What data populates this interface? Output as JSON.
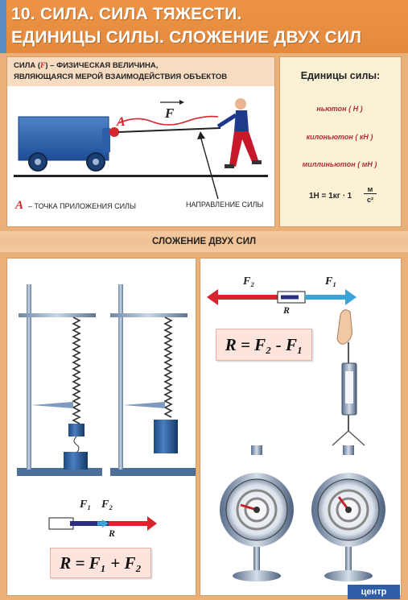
{
  "header": {
    "line1": "10. СИЛА. СИЛА ТЯЖЕСТИ.",
    "line2": "ЕДИНИЦЫ СИЛЫ. СЛОЖЕНИЕ ДВУХ СИЛ"
  },
  "force_panel": {
    "definition_prefix": "СИЛА (",
    "definition_symbol": "F",
    "definition_line1_rest": ") – ФИЗИЧЕСКАЯ ВЕЛИЧИНА,",
    "definition_line2": "ЯВЛЯЮЩАЯСЯ МЕРОЙ ВЗАИМОДЕЙСТВИЯ ОБЪЕКТОВ",
    "point_letter": "A",
    "force_letter": "F",
    "legend_letter": "A",
    "legend_text": "– ТОЧКА ПРИЛОЖЕНИЯ СИЛЫ",
    "direction_text": "НАПРАВЛЕНИЕ СИЛЫ"
  },
  "units_panel": {
    "title": "Единицы силы:",
    "units": [
      "ньютон ( Н )",
      "килоньютон ( кН )",
      "миллиньютон ( мН )"
    ],
    "relation": "1Н = 1кг ⋅ 1",
    "fraction_top": "м",
    "fraction_bottom": "с²"
  },
  "addition": {
    "band_title": "СЛОЖЕНИЕ ДВУХ СИЛ",
    "same_direction": {
      "f1": "F₁",
      "f2": "F₂",
      "r": "R",
      "formula": "R = F₁ + F₂"
    },
    "opposite_direction": {
      "f2": "F₂",
      "f1": "F₁",
      "r": "R",
      "formula": "R = F₂ - F₁"
    }
  },
  "footer": {
    "logo_text": "центр"
  },
  "colors": {
    "header_bg": "#e38a3e",
    "red_arrow": "#d8242c",
    "blue_arrow": "#3aa5d8",
    "units_text": "#b0303a"
  }
}
